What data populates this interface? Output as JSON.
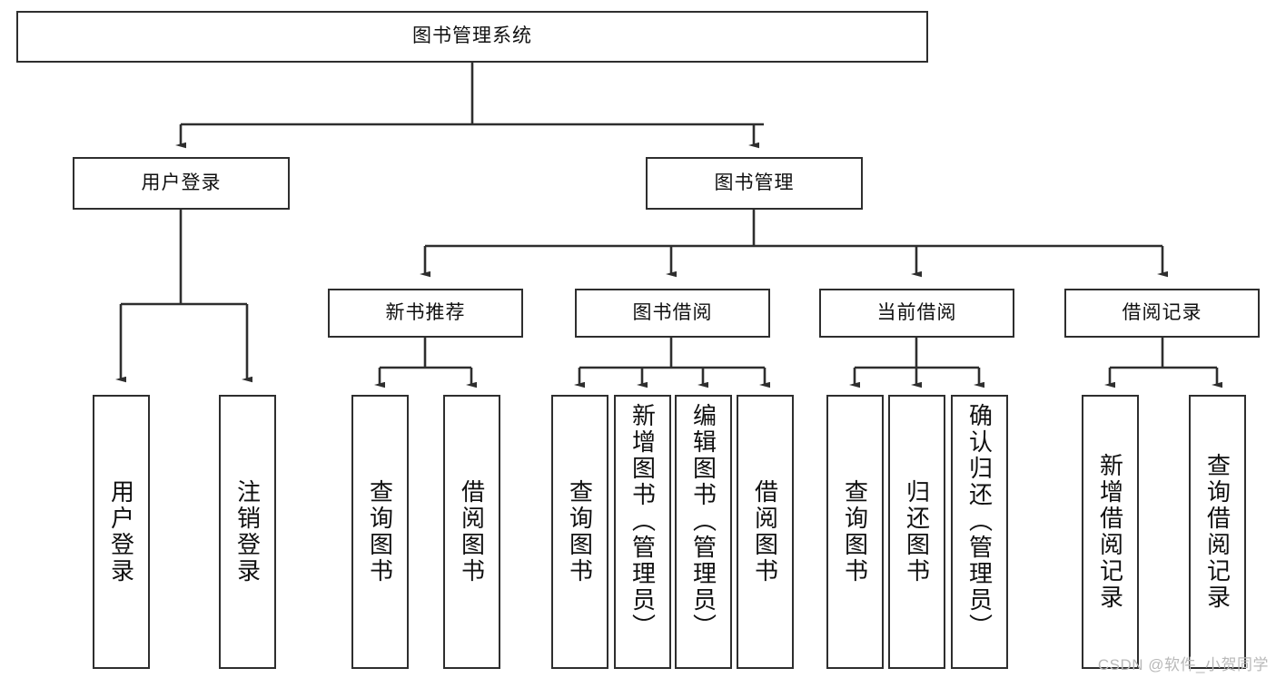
{
  "diagram": {
    "title": "图书管理系统",
    "type": "tree",
    "root": {
      "id": "root",
      "label": "图书管理系统"
    },
    "level2": [
      {
        "id": "user-login",
        "label": "用户登录"
      },
      {
        "id": "book-manage",
        "label": "图书管理"
      }
    ],
    "level3": [
      {
        "id": "new-book-recommend",
        "label": "新书推荐",
        "parent": "book-manage"
      },
      {
        "id": "book-borrow",
        "label": "图书借阅",
        "parent": "book-manage"
      },
      {
        "id": "current-borrow",
        "label": "当前借阅",
        "parent": "book-manage"
      },
      {
        "id": "borrow-record",
        "label": "借阅记录",
        "parent": "book-manage"
      }
    ],
    "leaves": [
      {
        "id": "leaf-user-login",
        "label": "用户登录",
        "parent": "user-login",
        "align": "mid"
      },
      {
        "id": "leaf-logout-login",
        "label": "注销登录",
        "parent": "user-login",
        "align": "mid"
      },
      {
        "id": "leaf-query-book-1",
        "label": "查询图书",
        "parent": "new-book-recommend",
        "align": "mid"
      },
      {
        "id": "leaf-borrow-book-1",
        "label": "借阅图书",
        "parent": "new-book-recommend",
        "align": "mid"
      },
      {
        "id": "leaf-query-book-2",
        "label": "查询图书",
        "parent": "book-borrow",
        "align": "mid"
      },
      {
        "id": "leaf-add-book",
        "label": "新增图书（管理员）",
        "parent": "book-borrow",
        "align": "top"
      },
      {
        "id": "leaf-edit-book",
        "label": "编辑图书（管理员）",
        "parent": "book-borrow",
        "align": "top"
      },
      {
        "id": "leaf-borrow-book-2",
        "label": "借阅图书",
        "parent": "book-borrow",
        "align": "mid"
      },
      {
        "id": "leaf-query-book-3",
        "label": "查询图书",
        "parent": "current-borrow",
        "align": "mid"
      },
      {
        "id": "leaf-return-book",
        "label": "归还图书",
        "parent": "current-borrow",
        "align": "mid"
      },
      {
        "id": "leaf-confirm-return",
        "label": "确认归还（管理员）",
        "parent": "current-borrow",
        "align": "top"
      },
      {
        "id": "leaf-add-record",
        "label": "新增借阅记录",
        "parent": "borrow-record",
        "align": "mid"
      },
      {
        "id": "leaf-query-record",
        "label": "查询借阅记录",
        "parent": "borrow-record",
        "align": "mid"
      }
    ]
  },
  "watermark": {
    "text": "CSDN @软件_小贺同学"
  },
  "colors": {
    "stroke": "#2e2e2e",
    "fill": "#ffffff",
    "text": "#101010",
    "watermark": "#b9b9b9"
  }
}
